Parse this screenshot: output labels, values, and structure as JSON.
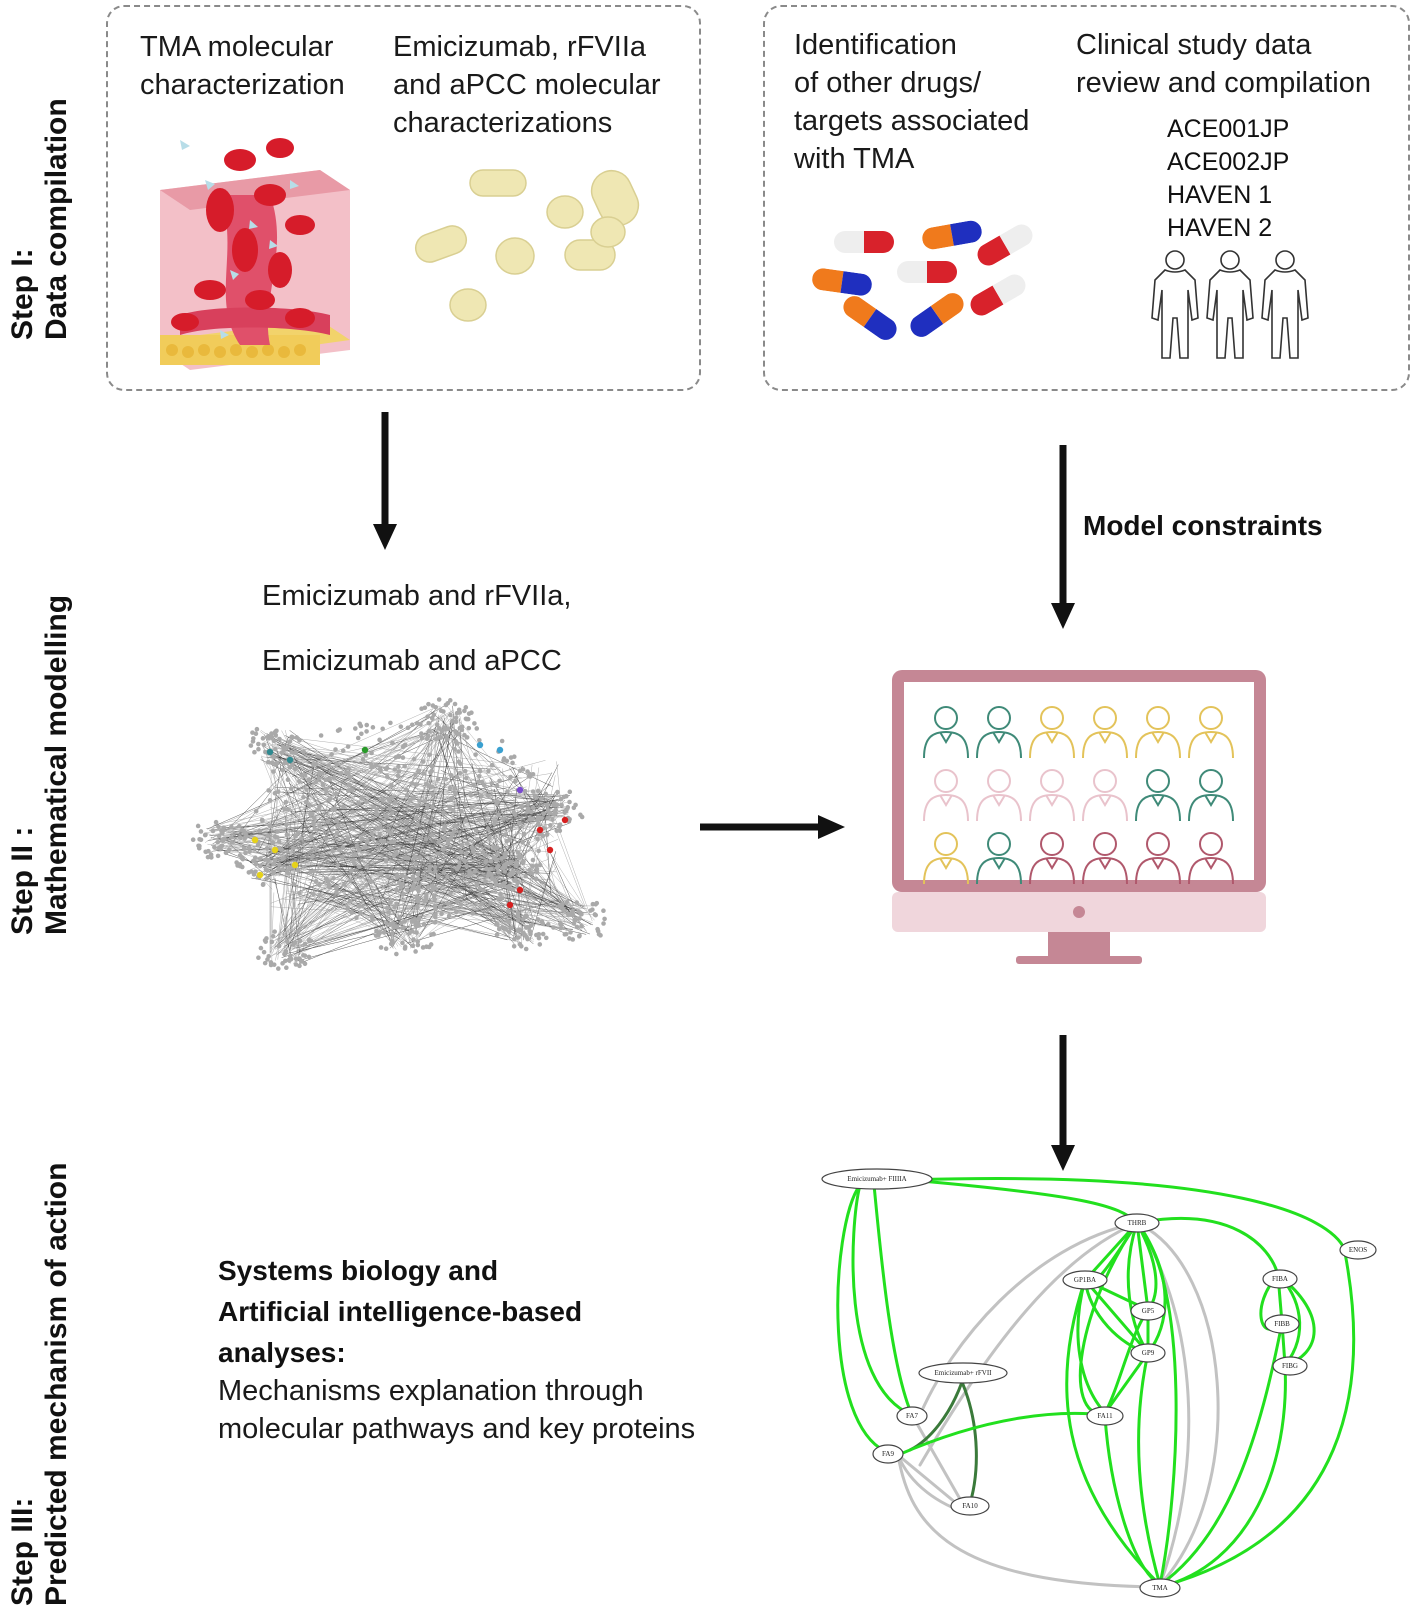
{
  "steps": {
    "step1": {
      "line1": "Step I:",
      "line2": "Data compilation"
    },
    "step2": {
      "line1": "Step II :",
      "line2": "Mathematical  modelling"
    },
    "step3": {
      "line1": "Step III:",
      "line2": "Predicted mechanism of action"
    }
  },
  "box1": {
    "tma_line1": "TMA molecular",
    "tma_line2": "characterization",
    "drug_line1": "Emicizumab, rFVIIa",
    "drug_line2": "and aPCC molecular",
    "drug_line3": "characterizations"
  },
  "box2": {
    "ident_line1": "Identification",
    "ident_line2": "of other drugs/",
    "ident_line3": "targets associated",
    "ident_line4": "with TMA",
    "clinical_line1": "Clinical study data",
    "clinical_line2": "review and compilation",
    "studies": [
      "ACE001JP",
      "ACE002JP",
      "HAVEN 1",
      "HAVEN 2"
    ]
  },
  "model": {
    "combo1": "Emicizumab and rFVIIa,",
    "combo2": "Emicizumab and aPCC",
    "constraints_label": "Model constraints"
  },
  "analysis": {
    "title_line1": "Systems biology and",
    "title_line2": "Artificial intelligence-based",
    "title_line3": "analyses:",
    "desc_line1": "Mechanisms explanation through",
    "desc_line2": "molecular pathways and key proteins"
  },
  "graph": {
    "nodes": {
      "emi_fiiia": "Emicizumab+ FIIIIA",
      "thrb": "THRB",
      "enos": "ENOS",
      "gp1ba": "GP1BA",
      "gp5": "GP5",
      "gp9": "GP9",
      "fiba": "FIBA",
      "fibb": "FIBB",
      "fibg": "FIBG",
      "emi_rfvii": "Emicizumab+ rFVII",
      "fa7": "FA7",
      "fa10": "FA10",
      "fa9": "FA9",
      "fa11": "FA11",
      "tma": "TMA"
    }
  },
  "colors": {
    "green_edge": "#22e01e",
    "gray_edge": "#c2c2c2",
    "monitor": "#c58795",
    "monitor_light": "#f0d6dc",
    "persona_green": "#3f8a78",
    "persona_yellow": "#e3c35a",
    "persona_pink": "#e9c3cc",
    "persona_mauve": "#b0586c"
  }
}
